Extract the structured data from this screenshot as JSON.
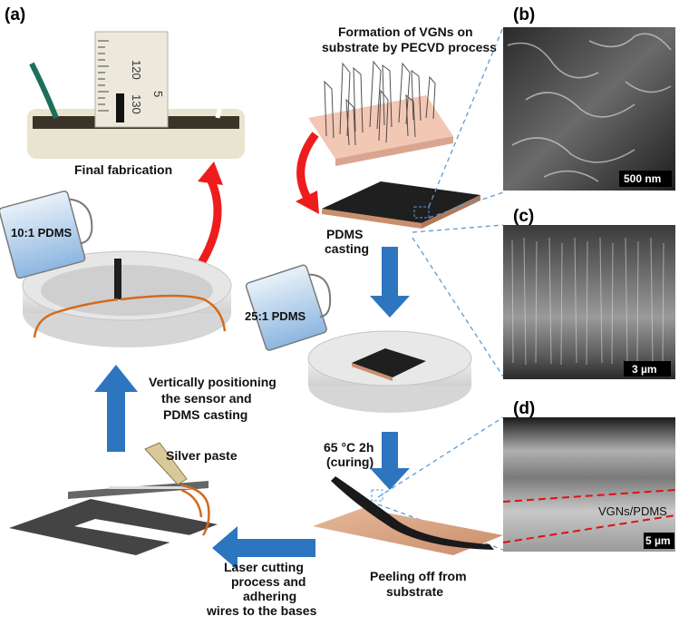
{
  "panels": {
    "a": "(a)",
    "b": "(b)",
    "c": "(c)",
    "d": "(d)"
  },
  "labels": {
    "formation_line1": "Formation of VGNs on",
    "formation_line2": "substrate by PECVD process",
    "final_fabrication": "Final fabrication",
    "pdms_10_1": "10:1 PDMS",
    "pdms_25_1": "25:1 PDMS",
    "pdms_casting_1": "PDMS",
    "pdms_casting_2": "casting",
    "vertical_1": "Vertically positioning",
    "vertical_2": "the sensor and",
    "vertical_3": "PDMS casting",
    "silver_paste": "Silver paste",
    "curing_1": "65 °C 2h",
    "curing_2": "(curing)",
    "laser_1": "Laser cutting",
    "laser_2": "process and",
    "laser_3": "adhering",
    "laser_4": "wires to the bases",
    "peeling_1": "Peeling off from",
    "peeling_2": "substrate",
    "vgns_pdms": "VGNs/PDMS"
  },
  "ruler": {
    "tick_120": "120",
    "tick_130": "130",
    "tick_5": "5"
  },
  "scale_bars": {
    "b": "500 nm",
    "c": "3 µm",
    "d": "5 µm"
  },
  "colors": {
    "red_arrow": "#ee1c1c",
    "blue_arrow": "#2e75c0",
    "dashed_line": "#5b9bd5",
    "red_dash": "#e01010"
  }
}
